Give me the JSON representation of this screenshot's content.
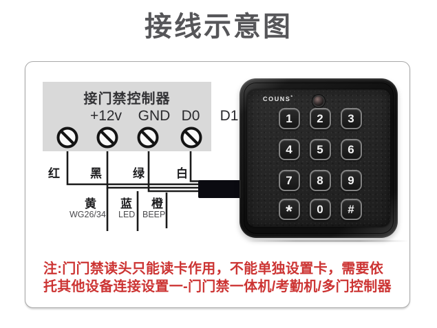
{
  "title": "接线示意图",
  "wiring": {
    "block_title": "接门禁控制器",
    "terminals": [
      {
        "name": "+12v",
        "wire": "红"
      },
      {
        "name": "GND",
        "wire": "黑"
      },
      {
        "name": "D0",
        "wire": "绿"
      },
      {
        "name": "D1",
        "wire": "白"
      }
    ],
    "loose_wires": [
      {
        "wire": "黄",
        "function": "WG26/34"
      },
      {
        "wire": "蓝",
        "function": "LED"
      },
      {
        "wire": "橙",
        "function": "BEEP"
      }
    ]
  },
  "keypad": {
    "brand": "COUNS",
    "brand_mark": "*",
    "keys": [
      "1",
      "2",
      "3",
      "4",
      "5",
      "6",
      "7",
      "8",
      "9",
      "*",
      "0",
      "#"
    ]
  },
  "note": {
    "line1": "注:门门禁读头只能读卡作用，不能单独设置卡，需要依",
    "line2": "托其他设备连接设置一-门门禁一体机/考勤机/多门控制器"
  },
  "colors": {
    "title_gray": "#565659",
    "terminal_block_gray": "#d9d9d9",
    "wire_black": "#1a1a1a",
    "keypad_case_black": "#121212",
    "note_red": "#cc3433"
  }
}
